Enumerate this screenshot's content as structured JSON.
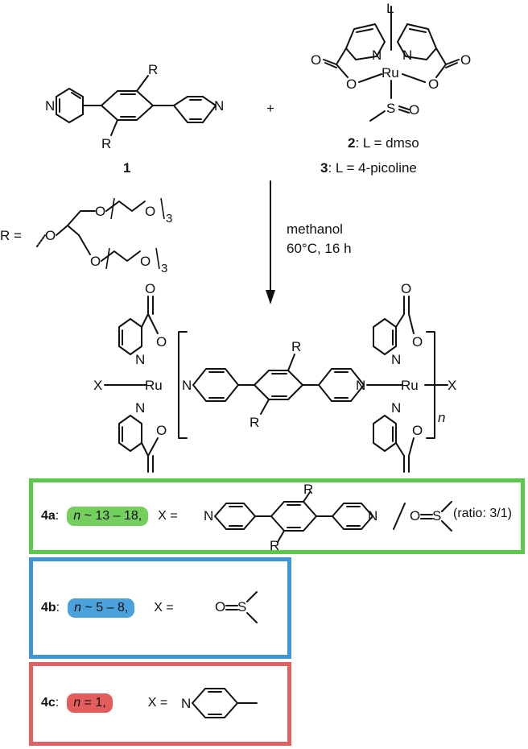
{
  "scheme": {
    "compound1_label": "1",
    "plus": "+",
    "sub_R": "R",
    "complex2_caption": {
      "num": "2",
      "text": ": L = dmso"
    },
    "complex3_caption": {
      "num": "3",
      "text": ": L = 4-picoline"
    },
    "L_label": "L",
    "Ru": "Ru",
    "N": "N",
    "O": "O",
    "S": "S",
    "X": "X",
    "n": "n",
    "R_def_prefix": "R =",
    "subscript3": "3",
    "conditions": {
      "line1": "methanol",
      "line2": "60°C, 16 h"
    }
  },
  "legend": {
    "a": {
      "id": "4a",
      "sep": ":",
      "n_label": "n",
      "n_value": " ~ 13 – 18,",
      "x_eq": "X =",
      "ratio": "(ratio: 3/1)",
      "color": "#5cc84b",
      "pill_color": "#74cf5f"
    },
    "b": {
      "id": "4b",
      "sep": ":",
      "n_label": "n",
      "n_value": " ~ 5 – 8,",
      "x_eq": "X =",
      "color": "#3e97d4",
      "pill_color": "#4aa1dc"
    },
    "c": {
      "id": "4c",
      "sep": ":",
      "n_label": "n",
      "n_value": " = 1,",
      "x_eq": "X =",
      "color": "#e06161",
      "pill_color": "#e45c5c"
    }
  }
}
